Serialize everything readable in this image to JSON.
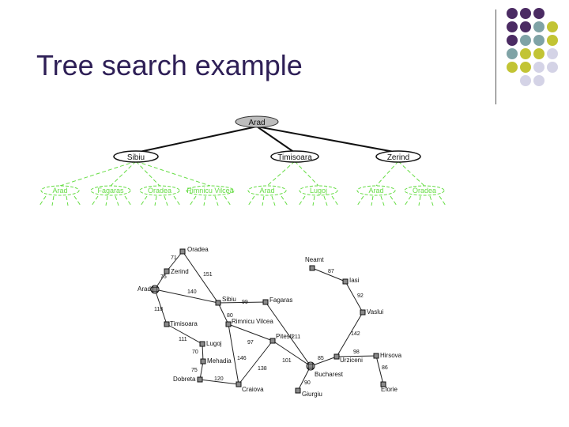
{
  "slide": {
    "title": "Tree search example"
  },
  "palette": {
    "purple": "#4b2b63",
    "teal": "#7fa3a6",
    "olive": "#c2c434",
    "lavender": "#d4d3e6",
    "tree_green": "#66dd44",
    "root_fill": "#bdbdbd"
  },
  "tree": {
    "root": "Arad",
    "level1": [
      "Sibiu",
      "Timisoara",
      "Zerind"
    ],
    "level2": [
      "Arad",
      "Fagaras",
      "Oradea",
      "Rimnicu Vilcea",
      "Arad",
      "Lugoj",
      "Arad",
      "Oradea"
    ]
  },
  "map": {
    "cities": {
      "oradea": "Oradea",
      "zerind": "Zerind",
      "arad": "Arad",
      "timisoara": "Timisoara",
      "lugoj": "Lugoj",
      "mehadia": "Mehadia",
      "dobreta": "Dobreta",
      "craiova": "Craiova",
      "sibiu": "Sibiu",
      "fagaras": "Fagaras",
      "rimnicu": "Rimnicu Vilcea",
      "pitesti": "Pitesti",
      "bucharest": "Bucharest",
      "giurgiu": "Giurgiu",
      "urziceni": "Urziceni",
      "hirsova": "Hirsova",
      "eforie": "Eforie",
      "vaslui": "Vaslui",
      "iasi": "Iasi",
      "neamt": "Neamt"
    },
    "distances": {
      "oradea_zerind": "71",
      "zerind_arad": "75",
      "oradea_sibiu": "151",
      "arad_sibiu": "140",
      "arad_timisoara": "118",
      "timisoara_lugoj": "111",
      "lugoj_mehadia": "70",
      "mehadia_dobreta": "75",
      "dobreta_craiova": "120",
      "sibiu_fagaras": "99",
      "sibiu_rimnicu": "80",
      "rimnicu_pitesti": "97",
      "rimnicu_craiova": "146",
      "pitesti_craiova": "138",
      "fagaras_bucharest": "211",
      "pitesti_bucharest": "101",
      "bucharest_giurgiu": "90",
      "bucharest_urziceni": "85",
      "urziceni_hirsova": "98",
      "hirsova_eforie": "86",
      "urziceni_vaslui": "142",
      "vaslui_iasi": "92",
      "iasi_neamt": "87"
    }
  }
}
